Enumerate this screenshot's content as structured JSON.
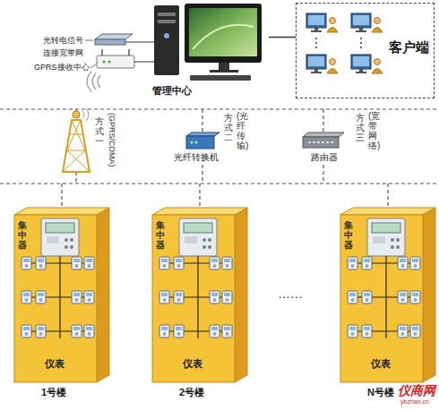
{
  "diagram": {
    "nodes": [
      {
        "text": [
          "管理中心"
        ]
      },
      {
        "text": [
          "客户端"
        ]
      },
      {
        "text": [
          "方式一",
          "(GPRS/CDMA)"
        ]
      },
      {
        "text": [
          "光纤转换机",
          "方式二",
          "(光纤传输)"
        ]
      },
      {
        "text": [
          "路由器",
          "方式三",
          "(宽带网络)"
        ]
      },
      {
        "text": [
          "集中器",
          "仪表",
          "1号楼"
        ]
      },
      {
        "text": [
          "集中器",
          "仪表",
          "2号楼"
        ]
      },
      {
        "text": [
          "集中器",
          "仪表",
          "N号楼"
        ]
      }
    ],
    "edges": [
      {
        "from": 0,
        "to": 1,
        "arrow": "none"
      }
    ],
    "labels": [
      "光转电信号",
      "连接宽带网",
      "GPRS接收中心",
      "……",
      "仪商网",
      "ybzhan.cn"
    ]
  }
}
